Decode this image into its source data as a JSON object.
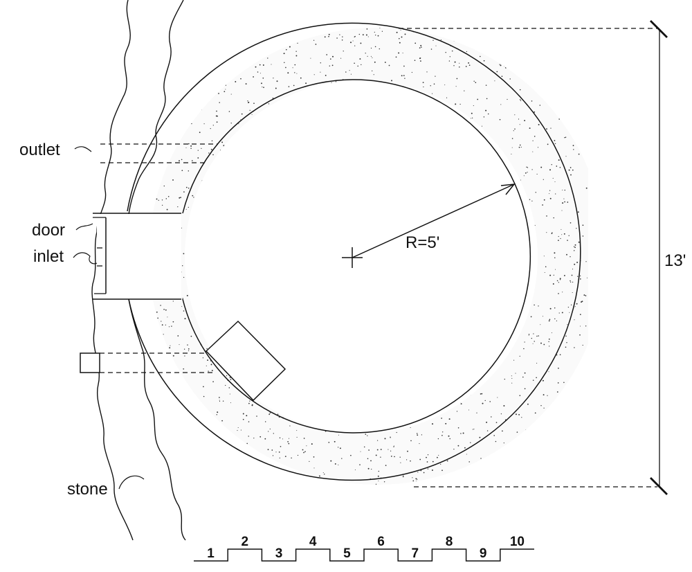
{
  "labels": {
    "outlet": "outlet",
    "door": "door",
    "inlet": "inlet",
    "stone": "stone",
    "radius": "R=5'",
    "height": "13'"
  },
  "scale_bar": {
    "ticks": [
      "1",
      "2",
      "3",
      "4",
      "5",
      "6",
      "7",
      "8",
      "9",
      "10"
    ]
  },
  "colors": {
    "ink": "#111111",
    "background": "#ffffff"
  }
}
